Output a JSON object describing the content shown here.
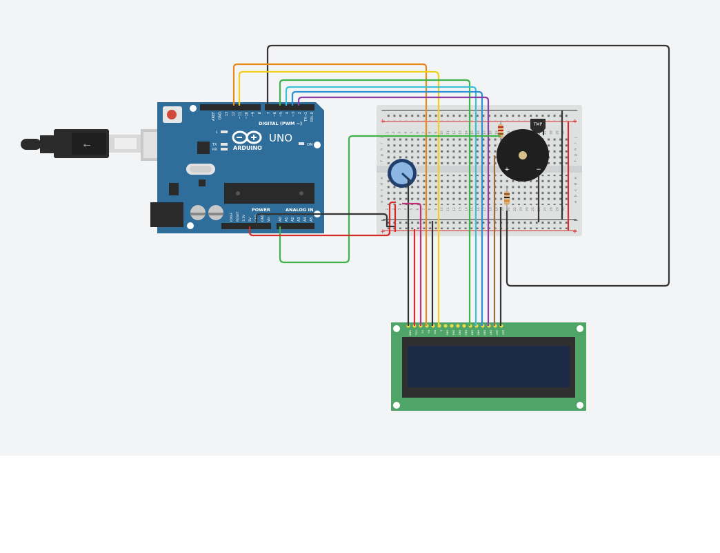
{
  "arduino": {
    "model": "UNO",
    "brand": "ARDUINO",
    "digital_header": "DIGITAL (PWM ~)",
    "power_header": "POWER",
    "analog_header": "ANALOG IN",
    "on_label": "ON",
    "led_labels": [
      "L",
      "TX",
      "RX"
    ],
    "digital_pins": [
      "AREF",
      "GND",
      "13",
      "12",
      "~11",
      "~10",
      "~9",
      "8",
      "7",
      "~6",
      "~5",
      "4",
      "~3",
      "2",
      "TX→1",
      "RX←0"
    ],
    "power_pins": [
      "IOREF",
      "RESET",
      "3.3V",
      "5V",
      "GND",
      "GND",
      "Vin"
    ],
    "analog_pins": [
      "A0",
      "A1",
      "A2",
      "A3",
      "A4",
      "A5"
    ]
  },
  "breadboard": {
    "row_letters_top": [
      "j",
      "i",
      "h",
      "g",
      "f"
    ],
    "row_letters_bottom": [
      "e",
      "d",
      "c",
      "b",
      "a"
    ],
    "rail_plus": "+",
    "rail_minus": "−"
  },
  "sensor": {
    "label": "TMP"
  },
  "buzzer": {
    "plus": "+",
    "minus": "−"
  },
  "lcd": {
    "pins": [
      "GND",
      "VCC",
      "V0",
      "RS",
      "RW",
      "E",
      "DB0",
      "DB1",
      "DB2",
      "DB3",
      "DB4",
      "DB5",
      "DB6",
      "DB7",
      "LED",
      "LED"
    ]
  },
  "colors": {
    "arduino_board": "#2f6d9a",
    "breadboard": "#dfe0e0",
    "lcd_pcb": "#4fa468",
    "lcd_screen": "#1d2a47",
    "wire_orange": "#e8891a",
    "wire_yellow": "#f2cf1a",
    "wire_green": "#3db34a",
    "wire_cyan": "#3cc0d6",
    "wire_blue": "#2b8fd0",
    "wire_purple": "#8a3ea6",
    "wire_red": "#d62b2b",
    "wire_black": "#333333",
    "wire_magenta": "#c0307a",
    "wire_brown": "#9a6b3f"
  }
}
